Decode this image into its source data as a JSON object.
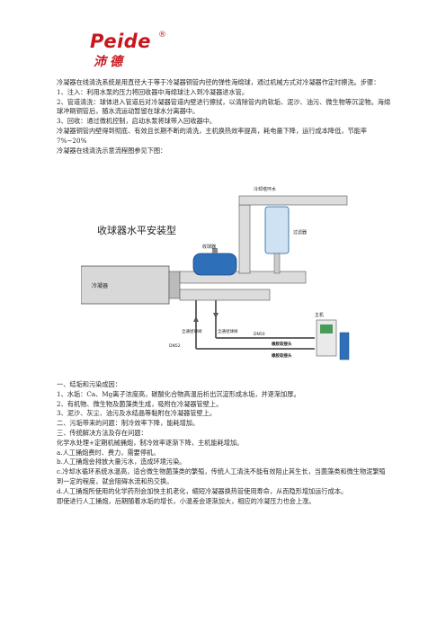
{
  "logo": {
    "brand_en": "Peide",
    "brand_cn": "沛德",
    "reg_mark": "®"
  },
  "intro": [
    "冷凝器在线清洗系统是用直径大于等于冷凝器铜管内径的弹性海绵球，通过机械方式对冷凝器作定时擦洗。步骤：",
    "1、注入：利用水泵的压力将回收器中海绵球注入到冷凝器进水管。",
    "2、管道清洗：球体进入管道后对冷凝器管道内壁进行擦拭，以清除管内的软垢、泥沙、油污、微生物等沉淀物。海绵球冲刷铜管后，随水流运动暂留在球水分离器中。",
    "3、回收：通过微机控制，启动水泵将球带入回收器中。",
    "冷凝器铜管内壁得到彻底、有效且长期不断的清洗，主机换热效率提高，耗电量下降，运行成本降低，节能率7%~20%",
    "冷凝器在线清洗示意流程图参见下图："
  ],
  "diagram": {
    "title": "收球器水平安装型",
    "labels": {
      "cooling_tower_return": "冷却塔环水",
      "filter": "过滤器",
      "collector": "收球器",
      "condenser": "冷凝器",
      "host": "主机",
      "valve_outlet": "全通径球阀",
      "valve_inlet": "全通径球阀",
      "dn50": "DN50",
      "dn52": "DN52",
      "hose_joint_1": "橡胶软接头",
      "hose_joint_2": "橡胶软接头"
    }
  },
  "analysis": [
    "一、结垢和污染成因：",
    "1、水垢：Ca、Mg离子浓度高，碳酸化合物高温后析出沉淀形成水垢，并逐渐加厚。",
    "2、有机物、微生物及菌藻类生成，吸附在冷凝器管壁上。",
    "3、泥沙、灰尘、油污及水结晶等黏附在冷凝器管壁上。",
    "二、污垢带来的问题：制冷效率下降，能耗增加。",
    "三、传统解决方法及存在问题：",
    "化学水处理+定期机械捅炮，制冷效率逐渐下降，主机能耗增加。",
    "a.人工捅炮费时、费力，需要停机。",
    "b.人工捅炮会排放大量污水，造成环境污染。",
    "c.冷却水循环系统水温高，适合微生物菌藻类的繁殖，传统人工清洗不能有效阻止其生长，当菌藻类和微生物泥繁殖到一定的程度，就会阻碍水流和热交换。",
    "d.人工捅炮所使用的化学药剂会加快主机老化，缩短冷凝器换热管使用寿命，从而隐形增加运行成本。",
    "即使进行人工捅炮，后期随着水垢的增长，小温差会逐渐加大，相应的冷凝压力也会上涨。"
  ]
}
